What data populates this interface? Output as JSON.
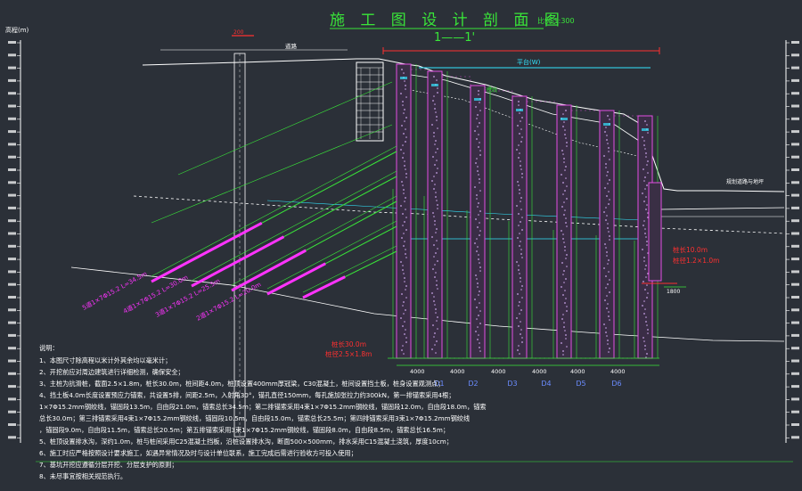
{
  "title": "施 工 图 设 计 剖 面 图",
  "title_suffix": "比例 1:300",
  "section_label": "1——1'",
  "left_axis_label": "高程(m)",
  "right_axis_label": "",
  "top_labels": {
    "road": "道路",
    "excavation": "开挖线",
    "existing_ground": "规划道路与地坪",
    "line_200": "200",
    "platform": "平台(W)"
  },
  "pile_labels": [
    "D1",
    "D2",
    "D3",
    "D4",
    "D5",
    "D6"
  ],
  "spacing_labels": [
    "4000",
    "4000",
    "4000",
    "4000",
    "4000",
    "4000"
  ],
  "right_notes": {
    "r1": "桩长10.0m",
    "r2": "桩径1.2×1.0m",
    "r3": "1800"
  },
  "anchor_labels": [
    "5道1×7Φ15.2 L=34.5m",
    "4道1×7Φ15.2 L=30.0m",
    "3道1×7Φ15.2 L=25.5m",
    "2道1×7Φ15.2 L=20.0m"
  ],
  "bottom_left": {
    "b1": "桩长30.0m",
    "b2": "桩径2.5×1.8m"
  },
  "notes_title": "说明：",
  "notes": [
    "1、本图尺寸除高程以米计外其余均以毫米计；",
    "2、开挖前应对周边建筑进行详细检测，确保安全；",
    "3、主桩为抗滑桩，截面2.5×1.8m，桩长30.0m，桩间距4.0m，桩顶设置400mm厚冠梁，C30混凝土，桩间设置挡土板，桩身设置观测点；",
    "4、挡土板4.0m长度设置预应力锚索，共设置5排，间距2.5m，入射角30°，锚孔直径150mm，每孔施加张拉力约300kN，第一排锚索采用4根；",
    "1×7Φ15.2mm钢绞线，锚固段13.5m，自由段21.0m，锚索总长34.5m；第二排锚索采用4束1×7Φ15.2mm钢绞线，锚固段12.0m，自由段18.0m，锚索",
    "总长30.0m；第三排锚索采用4束1×7Φ15.2mm钢绞线，锚固段10.5m，自由段15.0m，锚索总长25.5m；第四排锚索采用3束1×7Φ15.2mm钢绞线",
    "，锚固段9.0m，自由段11.5m，锚索总长20.5m；第五排锚索采用3束1×7Φ15.2mm钢绞线，锚固段8.0m，自由段8.5m，锚索总长16.5m；",
    "5、桩顶设置排水沟，深约1.0m，桩与桩间采用C25混凝土挡板，沿桩设置排水沟，断面500×500mm，排水采用C15混凝土浇筑，厚度10cm；",
    "6、施工时应严格按照设计要求施工，如遇异常情况及时与设计单位联系，施工完成后需进行验收方可投入使用；",
    "7、基坑开挖应遵循分层开挖、分层支护的原则；",
    "8、未尽事宜按相关规范执行。"
  ],
  "colors": {
    "background": "#2b3038",
    "pile": "#e34ee3",
    "anchor": "#ff33ff",
    "green": "#39e639",
    "red": "#ff3030",
    "white": "#ffffff",
    "cyan": "#33e6ff",
    "blue": "#5a6cff"
  }
}
